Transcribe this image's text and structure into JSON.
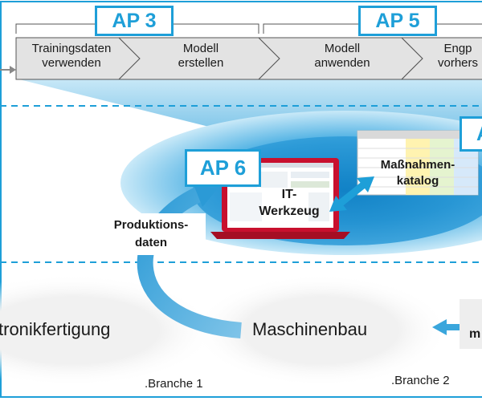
{
  "process_steps": [
    {
      "label": "Trainingsdaten\nverwenden"
    },
    {
      "label": "Modell\nerstellen"
    },
    {
      "label": "Modell\nanwenden"
    },
    {
      "label": "Engp\nvorhers"
    }
  ],
  "ap_badges": {
    "ap3": "AP 3",
    "ap5": "AP 5",
    "ap6": "AP 6",
    "ap_cut": "A"
  },
  "center": {
    "it_tool_label": "IT-\nWerkzeug",
    "catalog_label": "Maßnahmen-\nkatalog",
    "production_data_label": "Produktions-\ndaten"
  },
  "bottom": {
    "left_text": "tronikfertigung",
    "middle_text": "Maschinenbau",
    "branch1": ".Branche 1",
    "branch2": ".Branche 2",
    "right_cut_text": "m"
  },
  "colors": {
    "accent": "#1e9fd8",
    "laptop_red": "#c8102e",
    "step_fill": "#e3e3e3"
  }
}
